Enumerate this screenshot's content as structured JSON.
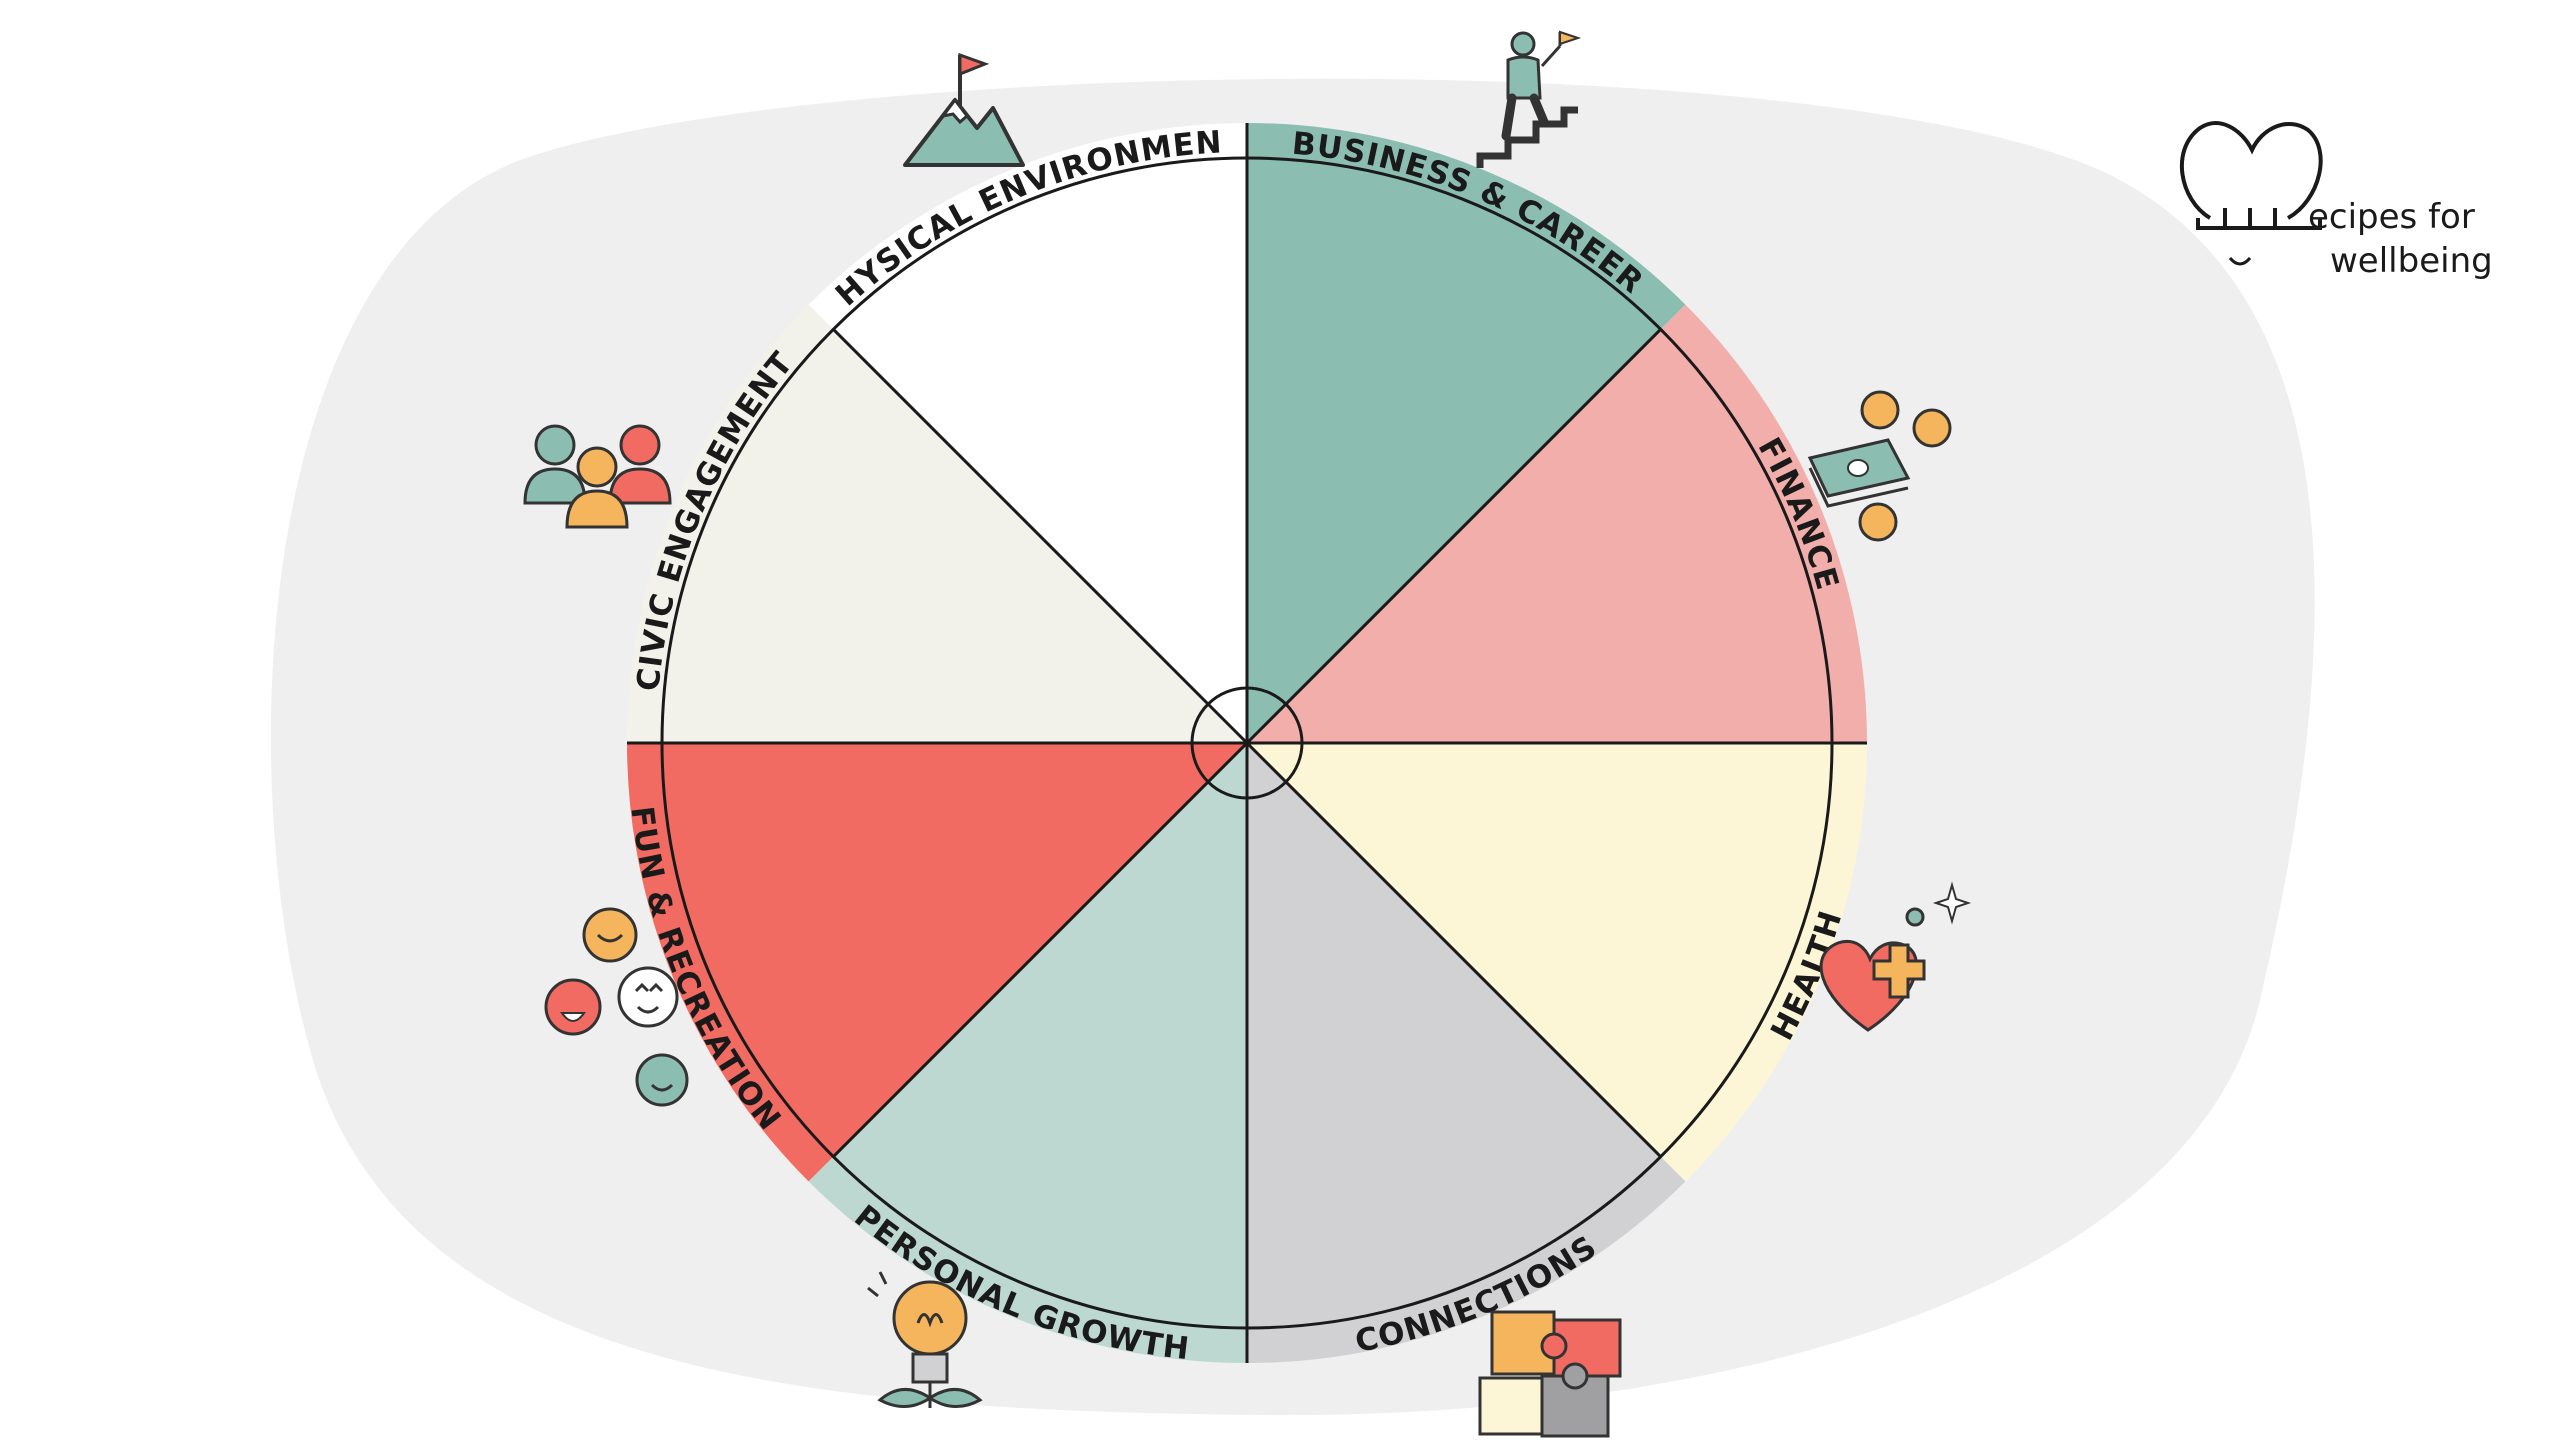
{
  "diagram": {
    "segments": [
      {
        "id": "business-career",
        "label": "BUSINESS & CAREER",
        "color": "#8bbdb1"
      },
      {
        "id": "finance",
        "label": "FINANCE",
        "color": "#f2aeab"
      },
      {
        "id": "health",
        "label": "HEALTH",
        "color": "#fdf6d6"
      },
      {
        "id": "connections",
        "label": "CONNECTIONS",
        "color": "#d1d0d2"
      },
      {
        "id": "personal-growth",
        "label": "PERSONAL GROWTH",
        "color": "#bdd8d1"
      },
      {
        "id": "fun-recreation",
        "label": "FUN & RECREATION",
        "color": "#f26b63"
      },
      {
        "id": "civic-engagement",
        "label": "CIVIC ENGAGEMENT",
        "color": "#f2f2ea"
      },
      {
        "id": "physical-environment",
        "label": "PHYSICAL ENVIRONMENT",
        "color": "#ffffff"
      }
    ],
    "background_color": "#efefef"
  },
  "logo": {
    "line1": "ecipes for",
    "line2": "wellbeing"
  }
}
